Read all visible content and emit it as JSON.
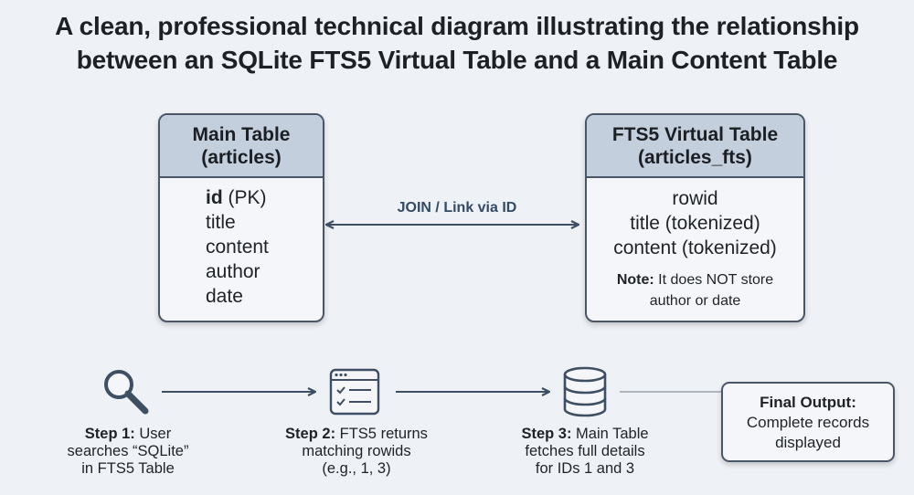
{
  "title": {
    "line1": "A clean, professional technical diagram illustrating the relationship",
    "line2": "between an SQLite FTS5 Virtual Table and a Main Content Table"
  },
  "main_table": {
    "header_line1": "Main Table",
    "header_line2": "(articles)",
    "fields": [
      "id",
      "title",
      "content",
      "author",
      "date"
    ],
    "pk_suffix": " (PK)"
  },
  "fts_table": {
    "header_line1": "FTS5 Virtual Table",
    "header_line2": "(articles_fts)",
    "fields": [
      "rowid",
      "title (tokenized)",
      "content (tokenized)"
    ],
    "note_label": "Note:",
    "note_text": " It does NOT store",
    "note_text2": "author or date"
  },
  "link_label": "JOIN / Link via ID",
  "steps": [
    {
      "label": "Step 1:",
      "line1": " User",
      "line2": "searches “SQLite”",
      "line3": "in FTS5 Table",
      "icon": "search-icon"
    },
    {
      "label": "Step 2:",
      "line1": " FTS5 returns",
      "line2": "matching rowids",
      "line3": "(e.g., 1, 3)",
      "icon": "checklist-icon"
    },
    {
      "label": "Step 3:",
      "line1": " Main Table",
      "line2": "fetches full details",
      "line3": "for IDs 1 and 3",
      "icon": "database-icon"
    }
  ],
  "final_output": {
    "title": "Final Output:",
    "line1": "Complete records",
    "line2": "displayed"
  },
  "colors": {
    "background": "#eef1f5",
    "header_fill": "#c4cfdd",
    "border": "#4a5566",
    "arrow": "#3f4f63",
    "accent_text": "#324a63"
  }
}
